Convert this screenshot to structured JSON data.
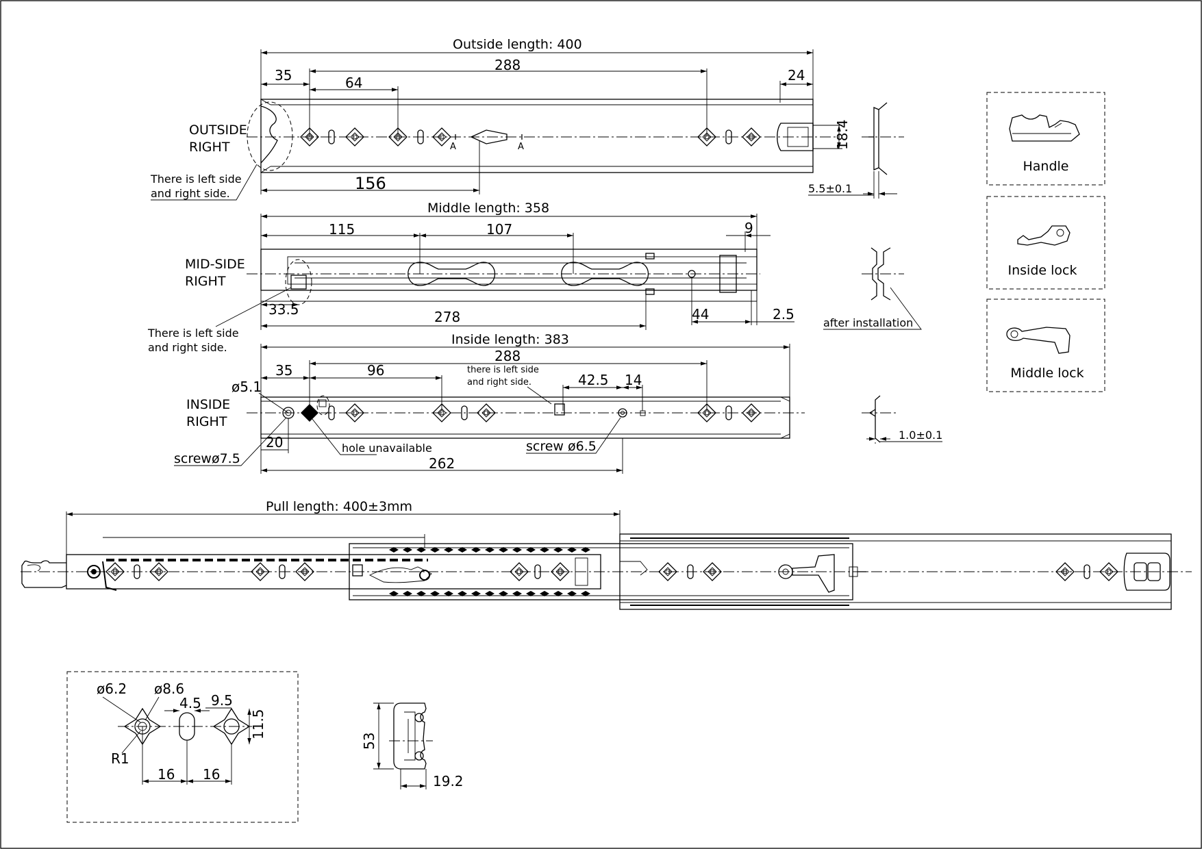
{
  "views": {
    "outside": {
      "title": "Outside length:  400",
      "label_line1": "OUTSIDE",
      "label_line2": "RIGHT",
      "note_line1": "There is left side",
      "note_line2": "and right side.",
      "dims": {
        "d35": "35",
        "d288": "288",
        "d64": "64",
        "d24": "24",
        "d156": "156",
        "d184": "18.4",
        "thickness": "5.5±0.1"
      },
      "section_mark": "A"
    },
    "middle": {
      "title": "Middle length:  358",
      "label_line1": "MID-SIDE",
      "label_line2": "RIGHT",
      "note_line1": "There is left side",
      "note_line2": "and right side.",
      "dims": {
        "d115": "115",
        "d107": "107",
        "d9": "9",
        "d335": "33.5",
        "d278": "278",
        "d44": "44",
        "d25": "2.5"
      },
      "after_installation": "after installation"
    },
    "inside": {
      "title": "Inside length:  383",
      "label_line1": "INSIDE",
      "label_line2": "RIGHT",
      "note_line1": "there is left side",
      "note_line2": "and right side.",
      "dims": {
        "d288": "288",
        "d35": "35",
        "d96": "96",
        "d425": "42.5",
        "d14": "14",
        "d51": "ø5.1",
        "d20": "20",
        "d262": "262",
        "thickness": "1.0±0.1"
      },
      "screw_left": "screwø7.5",
      "screw_right": "screw ø6.5",
      "hole_unavailable": "hole unavailable"
    },
    "assembly": {
      "title": "Pull length:  400±3mm"
    },
    "detail": {
      "d62": "ø6.2",
      "d86": "ø8.6",
      "d45": "4.5",
      "d95": "9.5",
      "d115": "11.5",
      "r1": "R1",
      "d16a": "16",
      "d16b": "16"
    },
    "profile": {
      "d53": "53",
      "d192": "19.2"
    }
  },
  "parts": {
    "handle": "Handle",
    "inside_lock": "Inside lock",
    "middle_lock": "Middle lock"
  }
}
